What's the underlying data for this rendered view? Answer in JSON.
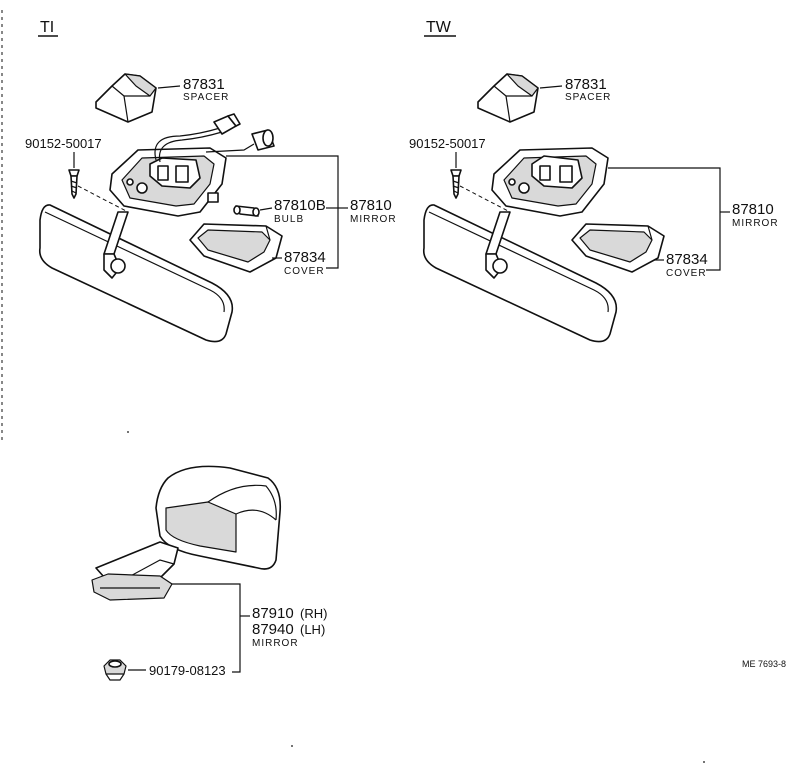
{
  "sections": {
    "ti": {
      "label": "TI"
    },
    "tw": {
      "label": "TW"
    }
  },
  "ti_parts": {
    "spacer": {
      "number": "87831",
      "name": "SPACER"
    },
    "screw": {
      "number": "90152-50017"
    },
    "bulb": {
      "number": "87810B",
      "name": "BULB"
    },
    "mirror": {
      "number": "87810",
      "name": "MIRROR"
    },
    "cover": {
      "number": "87834",
      "name": "COVER"
    }
  },
  "tw_parts": {
    "spacer": {
      "number": "87831",
      "name": "SPACER"
    },
    "screw": {
      "number": "90152-50017"
    },
    "mirror": {
      "number": "87810",
      "name": "MIRROR"
    },
    "cover": {
      "number": "87834",
      "name": "COVER"
    }
  },
  "outer_parts": {
    "mirror_rh": {
      "number": "87910",
      "suffix": "(RH)"
    },
    "mirror_lh": {
      "number": "87940",
      "suffix": "(LH)"
    },
    "mirror_name": "MIRROR",
    "clip": {
      "number": "90179-08123"
    }
  },
  "reference_code": "ME 7693-8"
}
